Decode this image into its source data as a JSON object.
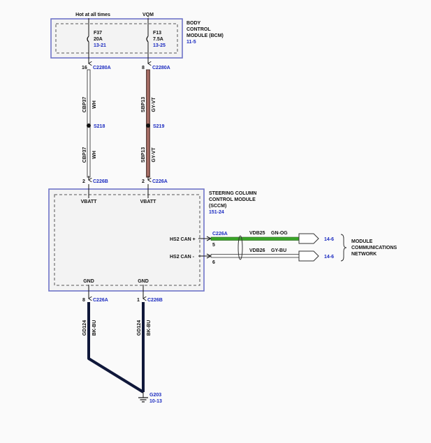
{
  "top_sources": {
    "hot": "Hot at all times",
    "vqm": "VQM"
  },
  "bcm": {
    "name_lines": [
      "BODY",
      "CONTROL",
      "MODULE (BCM)"
    ],
    "ref": "11-5",
    "fuse1": {
      "id": "F37",
      "rating": "20A",
      "ref": "13-21"
    },
    "fuse2": {
      "id": "F13",
      "rating": "7.5A",
      "ref": "13-25"
    }
  },
  "connectors": {
    "c2280a_left": {
      "pin": "16",
      "name": "C2280A"
    },
    "c2280a_right": {
      "pin": "8",
      "name": "C2280A"
    },
    "c226b_left": {
      "pin": "2",
      "name": "C226B"
    },
    "c226a_right": {
      "pin": "2",
      "name": "C226A"
    },
    "c226a_can": {
      "name": "C226A",
      "pin_plus": "5",
      "pin_minus": "6"
    },
    "c226a_gnd": {
      "pin": "8",
      "name": "C226A"
    },
    "c226b_gnd": {
      "pin": "1",
      "name": "C226B"
    }
  },
  "wires": {
    "left_upper": {
      "circuit": "CBP37",
      "color": "WH"
    },
    "right_upper": {
      "circuit": "SBP13",
      "color": "GY-VT"
    },
    "left_lower": {
      "circuit": "CBP37",
      "color": "WH"
    },
    "right_lower": {
      "circuit": "SBP13",
      "color": "GY-VT"
    },
    "gnd_left": {
      "circuit": "GD124",
      "color": "BK-BU"
    },
    "gnd_right": {
      "circuit": "GD124",
      "color": "BK-BU"
    },
    "can_plus": {
      "circuit": "VDB25",
      "color": "GN-OG"
    },
    "can_minus": {
      "circuit": "VDB26",
      "color": "GY-BU"
    }
  },
  "splices": {
    "left": "S218",
    "right": "S219"
  },
  "sccm": {
    "name_lines": [
      "STEERING COLUMN",
      "CONTROL MODULE",
      "(SCCM)"
    ],
    "ref": "151-24",
    "vbatt_left": "VBATT",
    "vbatt_right": "VBATT",
    "hs2_plus": "HS2 CAN +",
    "hs2_minus": "HS2 CAN -",
    "gnd_left": "GND",
    "gnd_right": "GND"
  },
  "network": {
    "ref_plus": "14-6",
    "ref_minus": "14-6",
    "name_lines": [
      "MODULE",
      "COMMUNICATIONS",
      "NETWORK"
    ]
  },
  "ground": {
    "id": "G203",
    "ref": "10-13"
  },
  "colors": {
    "module_border": "#6f74c8",
    "inner_dash": "#555555",
    "wire_white": "#ffffff",
    "wire_outline": "#222222",
    "wire_gyvt": "#a26a62",
    "wire_bk": "#10183a",
    "wire_gn": "#3aa628",
    "wire_gybu": "#ffffff",
    "ref_blue": "#1a2ac0"
  }
}
